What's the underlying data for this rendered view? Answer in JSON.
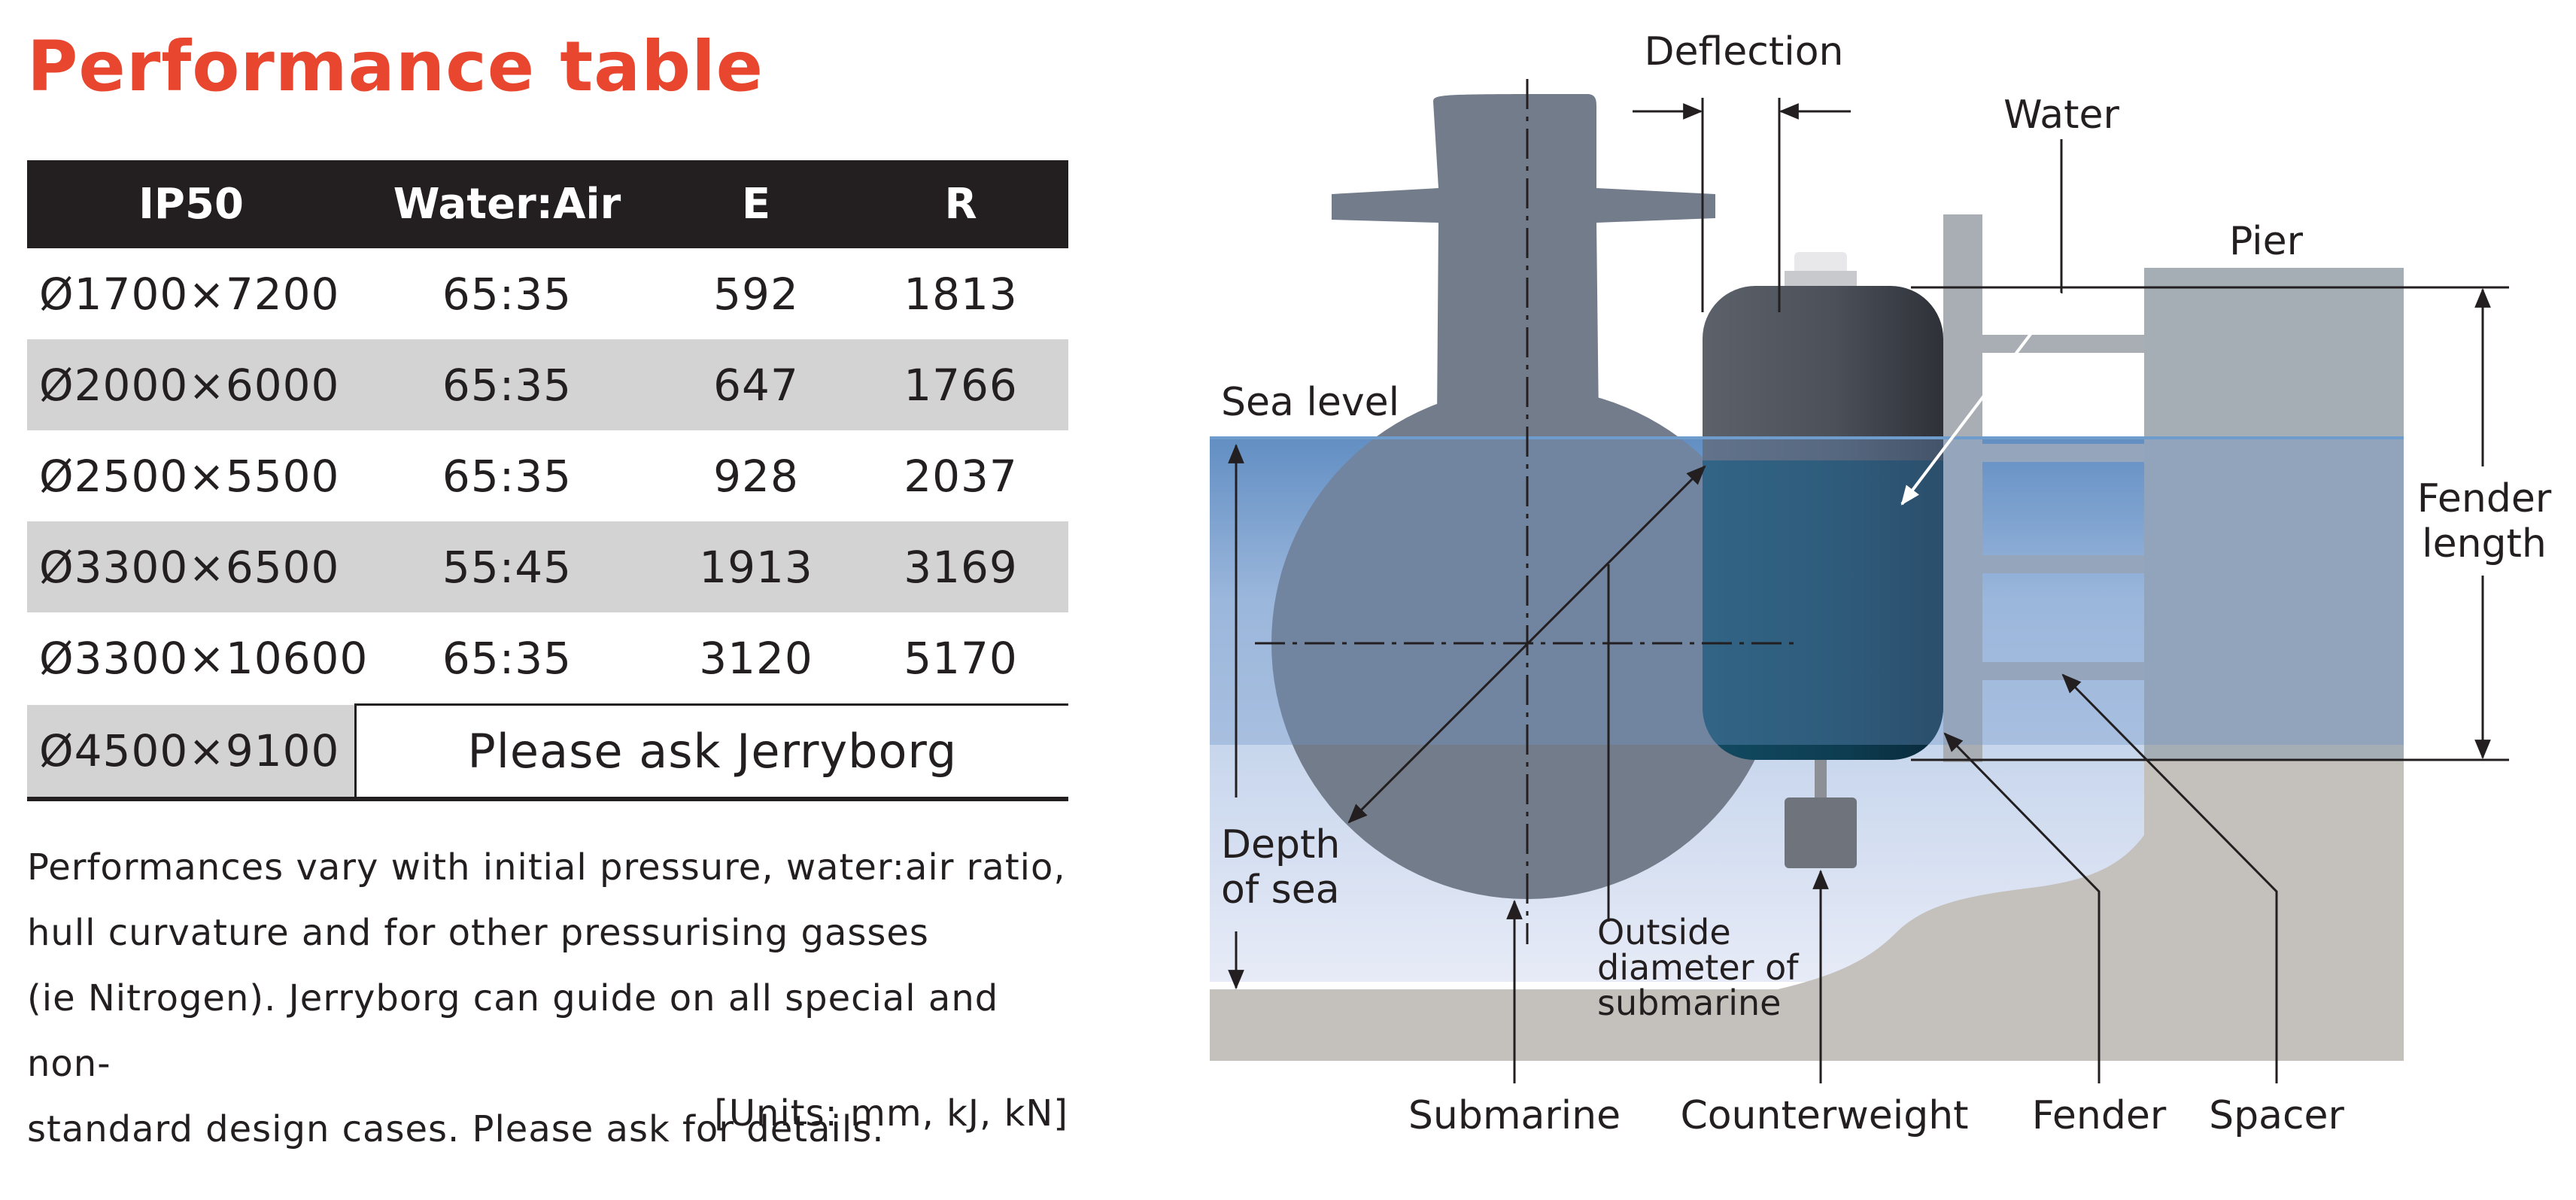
{
  "title": "Performance table",
  "table": {
    "headers": [
      "IP50",
      "Water:Air",
      "E",
      "R"
    ],
    "rows": [
      [
        "Ø1700×7200",
        "65:35",
        "592",
        "1813"
      ],
      [
        "Ø2000×6000",
        "65:35",
        "647",
        "1766"
      ],
      [
        "Ø2500×5500",
        "65:35",
        "928",
        "2037"
      ],
      [
        "Ø3300×6500",
        "55:45",
        "1913",
        "3169"
      ],
      [
        "Ø3300×10600",
        "65:35",
        "3120",
        "5170"
      ]
    ],
    "last_row": {
      "size": "Ø4500×9100",
      "message": "Please ask Jerryborg"
    }
  },
  "note": {
    "lines": [
      "Performances vary with initial pressure, water:air ratio,",
      "hull curvature and for other pressurising gasses",
      "(ie Nitrogen). Jerryborg can guide on all special and non-",
      "standard design cases. Please ask for details."
    ],
    "units": "[Units: mm, kJ, kN]"
  },
  "diagram": {
    "labels": {
      "deflection": "Deflection",
      "water": "Water",
      "pier": "Pier",
      "sea_level": "Sea level",
      "fender_length_1": "Fender",
      "fender_length_2": "length",
      "depth_1": "Depth",
      "depth_2": "of sea",
      "outside_1": "Outside",
      "outside_2": "diameter of",
      "outside_3": "submarine",
      "submarine": "Submarine",
      "counterweight": "Counterweight",
      "fender": "Fender",
      "spacer": "Spacer"
    },
    "colors": {
      "hull": "#737c8a",
      "fender": "#585d66",
      "fender_water": "#0e3c50",
      "sea_top": "#5c8bc0",
      "sea_bottom": "#e7ebf7",
      "seabed": "#c4c1bd",
      "pier": "#a5adb5",
      "accent": "#e8462f"
    }
  }
}
